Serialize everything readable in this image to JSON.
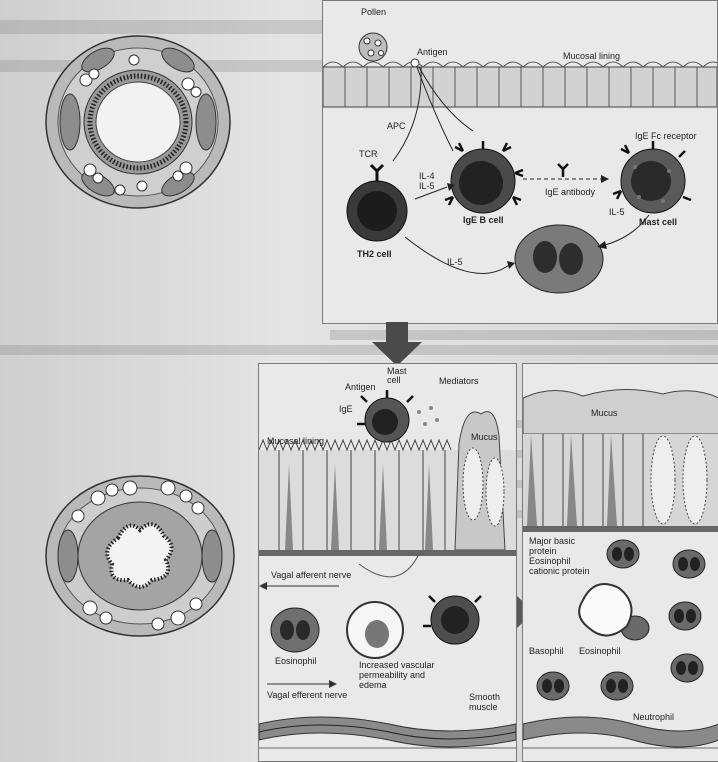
{
  "top_panel": {
    "pollen": "Pollen",
    "antigen": "Antigen",
    "mucosal_lining": "Mucosal lining",
    "apc": "APC",
    "tcr": "TCR",
    "il4": "IL-4",
    "il5": "IL-5",
    "ige_b_cell": "IgE B cell",
    "ige_antibody": "IgE antibody",
    "ige_fc_receptor": "IgE Fc receptor",
    "il5_b": "IL-5",
    "mast_cell": "Mast cell",
    "th2_cell": "TH2 cell",
    "il5_c": "IL-5"
  },
  "left_panel": {
    "antigen": "Antigen",
    "mast_cell_line1": "Mast",
    "mast_cell_line2": "cell",
    "mediators": "Mediators",
    "ige": "IgE",
    "mucosal_lining": "Mucosal lining",
    "mucus": "Mucus",
    "vagal_afferent": "Vagal afferent nerve",
    "eosinophil": "Eosinophil",
    "vascular": "Increased vascular permeability and edema",
    "vagal_efferent": "Vagal efferent nerve",
    "smooth_muscle_1": "Smooth",
    "smooth_muscle_2": "muscle"
  },
  "right_panel": {
    "mucus": "Mucus",
    "mbp": "Major basic protein Eosinophil cationic protein",
    "basophil": "Basophil",
    "eosinophil": "Eosinophil",
    "neutrophil": "Neutrophil"
  }
}
